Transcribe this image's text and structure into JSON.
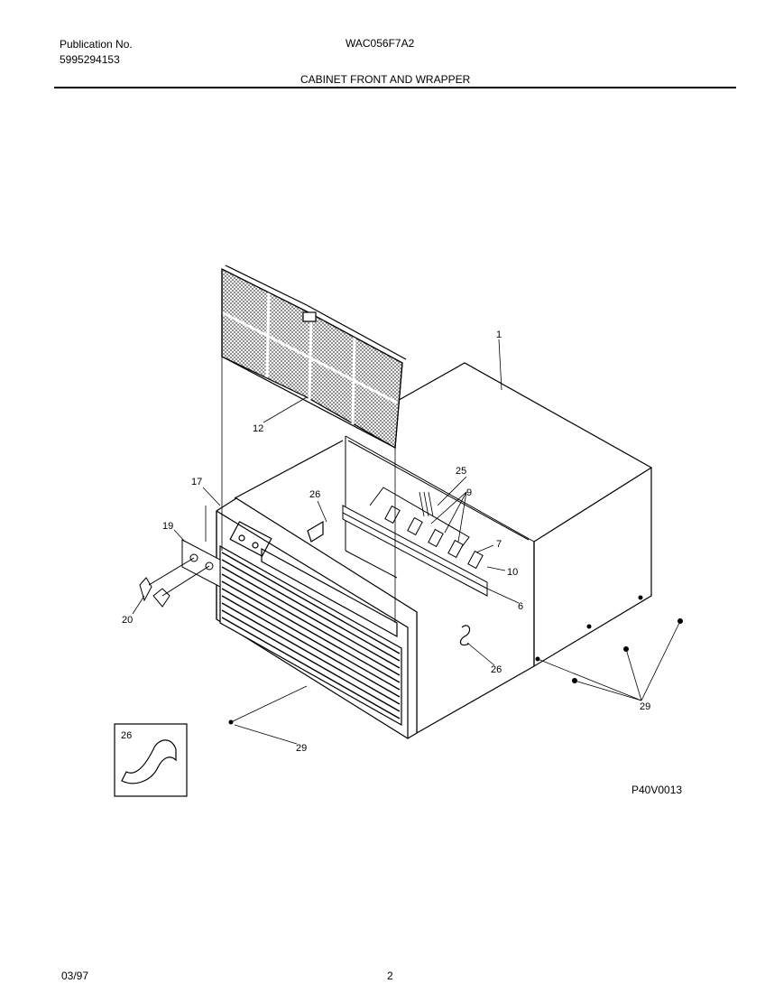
{
  "header": {
    "publication_label": "Publication No.",
    "publication_number": "5995294153",
    "model": "WAC056F7A2",
    "section_title": "CABINET FRONT AND WRAPPER"
  },
  "diagram": {
    "reference_code": "P40V0013",
    "callouts": {
      "c1": "1",
      "c6": "6",
      "c7": "7",
      "c9": "9",
      "c10": "10",
      "c12": "12",
      "c17": "17",
      "c19": "19",
      "c20": "20",
      "c25": "25",
      "c26a": "26",
      "c26b": "26",
      "c26box": "26",
      "c29a": "29",
      "c29b": "29"
    }
  },
  "footer": {
    "date": "03/97",
    "page": "2"
  }
}
